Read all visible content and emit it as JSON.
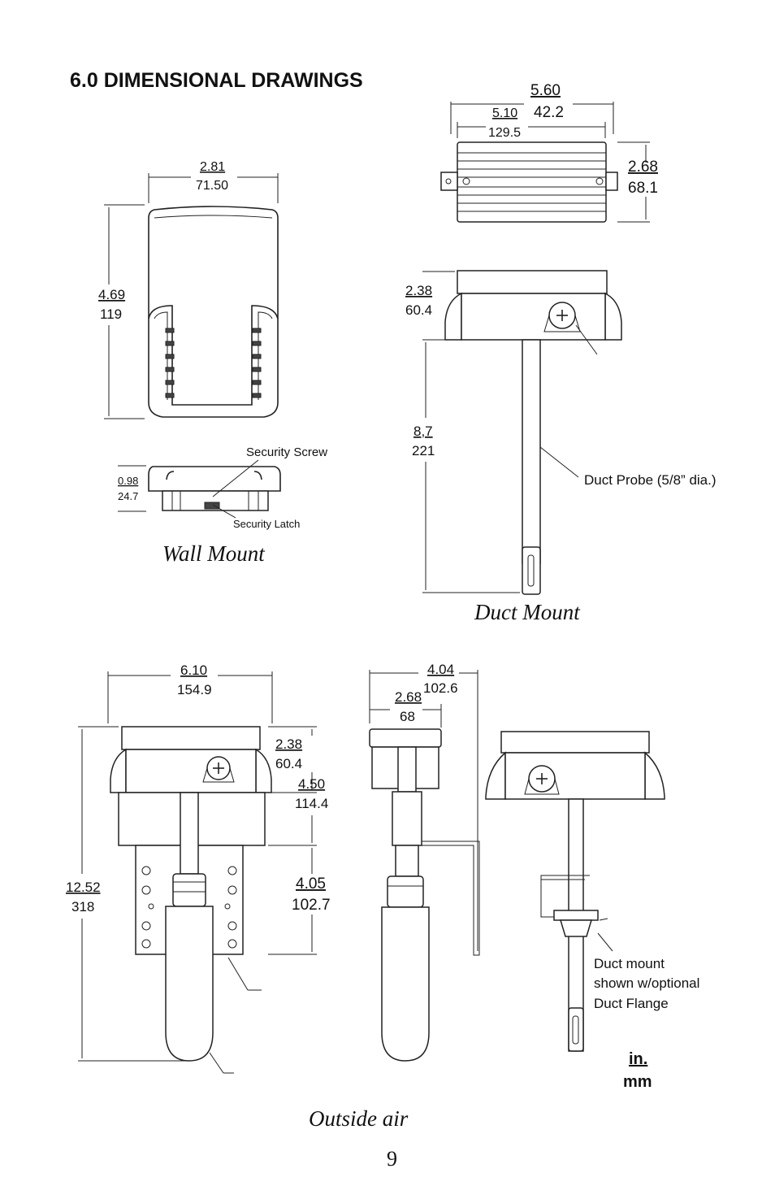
{
  "heading": "6.0 DIMENSIONAL DRAWINGS",
  "captions": {
    "wall_mount": "Wall Mount",
    "duct_mount": "Duct Mount",
    "outside_air": "Outside air"
  },
  "callouts": {
    "security_screw": "Security Screw",
    "security_latch": "Security Latch",
    "duct_probe": "Duct Probe (5/8” dia.)",
    "duct_flange_1": "Duct mount",
    "duct_flange_2": "shown w/optional",
    "duct_flange_3": "Duct Flange"
  },
  "units": {
    "inch": "in.",
    "mm": "mm"
  },
  "page_number": "9",
  "dims": {
    "duct_top_width": {
      "in": "5.60",
      "mm": "42.2"
    },
    "duct_top_inner": {
      "in": "5.10",
      "mm": "129.5"
    },
    "duct_top_height": {
      "in": "2.68",
      "mm": "68.1"
    },
    "wall_width": {
      "in": "2.81",
      "mm": "71.50"
    },
    "wall_height": {
      "in": "4.69",
      "mm": "119"
    },
    "wall_depth": {
      "in": "0.98",
      "mm": "24.7"
    },
    "duct_box_height": {
      "in": "2.38",
      "mm": "60.4"
    },
    "duct_probe_length": {
      "in": "8,7",
      "mm": "221"
    },
    "oa_width": {
      "in": "6.10",
      "mm": "154.9"
    },
    "oa_box_height": {
      "in": "2.38",
      "mm": "60.4"
    },
    "oa_body_height": {
      "in": "4.50",
      "mm": "114.4"
    },
    "oa_bracket_height": {
      "in": "4.05",
      "mm": "102.7"
    },
    "oa_total_height": {
      "in": "12.52",
      "mm": "318"
    },
    "side_total_width": {
      "in": "4.04",
      "mm": "102.6"
    },
    "side_box_width": {
      "in": "2.68",
      "mm": "68"
    }
  }
}
